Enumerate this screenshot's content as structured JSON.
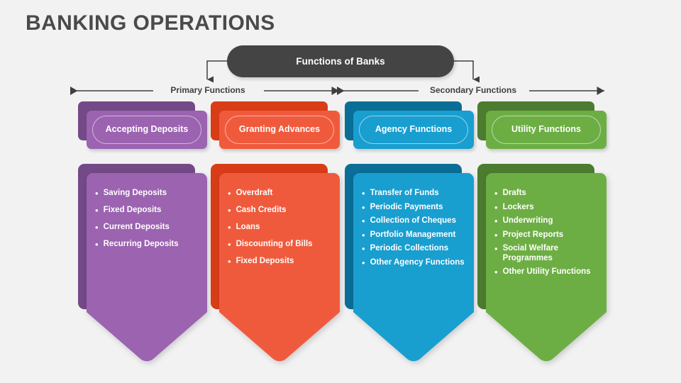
{
  "page": {
    "title": "BANKING OPERATIONS",
    "background_color": "#f2f2f2",
    "title_color": "#4a4a4a"
  },
  "root": {
    "label": "Functions of Banks",
    "color": "#444444"
  },
  "branches": [
    {
      "label": "Primary Functions"
    },
    {
      "label": "Secondary Functions"
    }
  ],
  "columns": [
    {
      "header": "Accepting Deposits",
      "front_color": "#9b63b0",
      "back_color": "#734a87",
      "items": [
        "Saving Deposits",
        "Fixed Deposits",
        "Current Deposits",
        "Recurring Deposits"
      ]
    },
    {
      "header": "Granting Advances",
      "front_color": "#f05a3c",
      "back_color": "#d93d17",
      "items": [
        "Overdraft",
        "Cash Credits",
        "Loans",
        "Discounting of Bills",
        "Fixed Deposits"
      ]
    },
    {
      "header": "Agency Functions",
      "front_color": "#199ed0",
      "back_color": "#0b6e96",
      "items": [
        "Transfer of Funds",
        "Periodic Payments",
        "Collection of Cheques",
        "Portfolio Management",
        "Periodic Collections",
        "Other Agency Functions"
      ]
    },
    {
      "header": "Utility Functions",
      "front_color": "#6dae44",
      "back_color": "#4c7c2f",
      "items": [
        "Drafts",
        "Lockers",
        "Underwriting",
        "Project Reports",
        "Social Welfare Programmes",
        "Other Utility Functions"
      ]
    }
  ],
  "bullet_glyph": "•"
}
